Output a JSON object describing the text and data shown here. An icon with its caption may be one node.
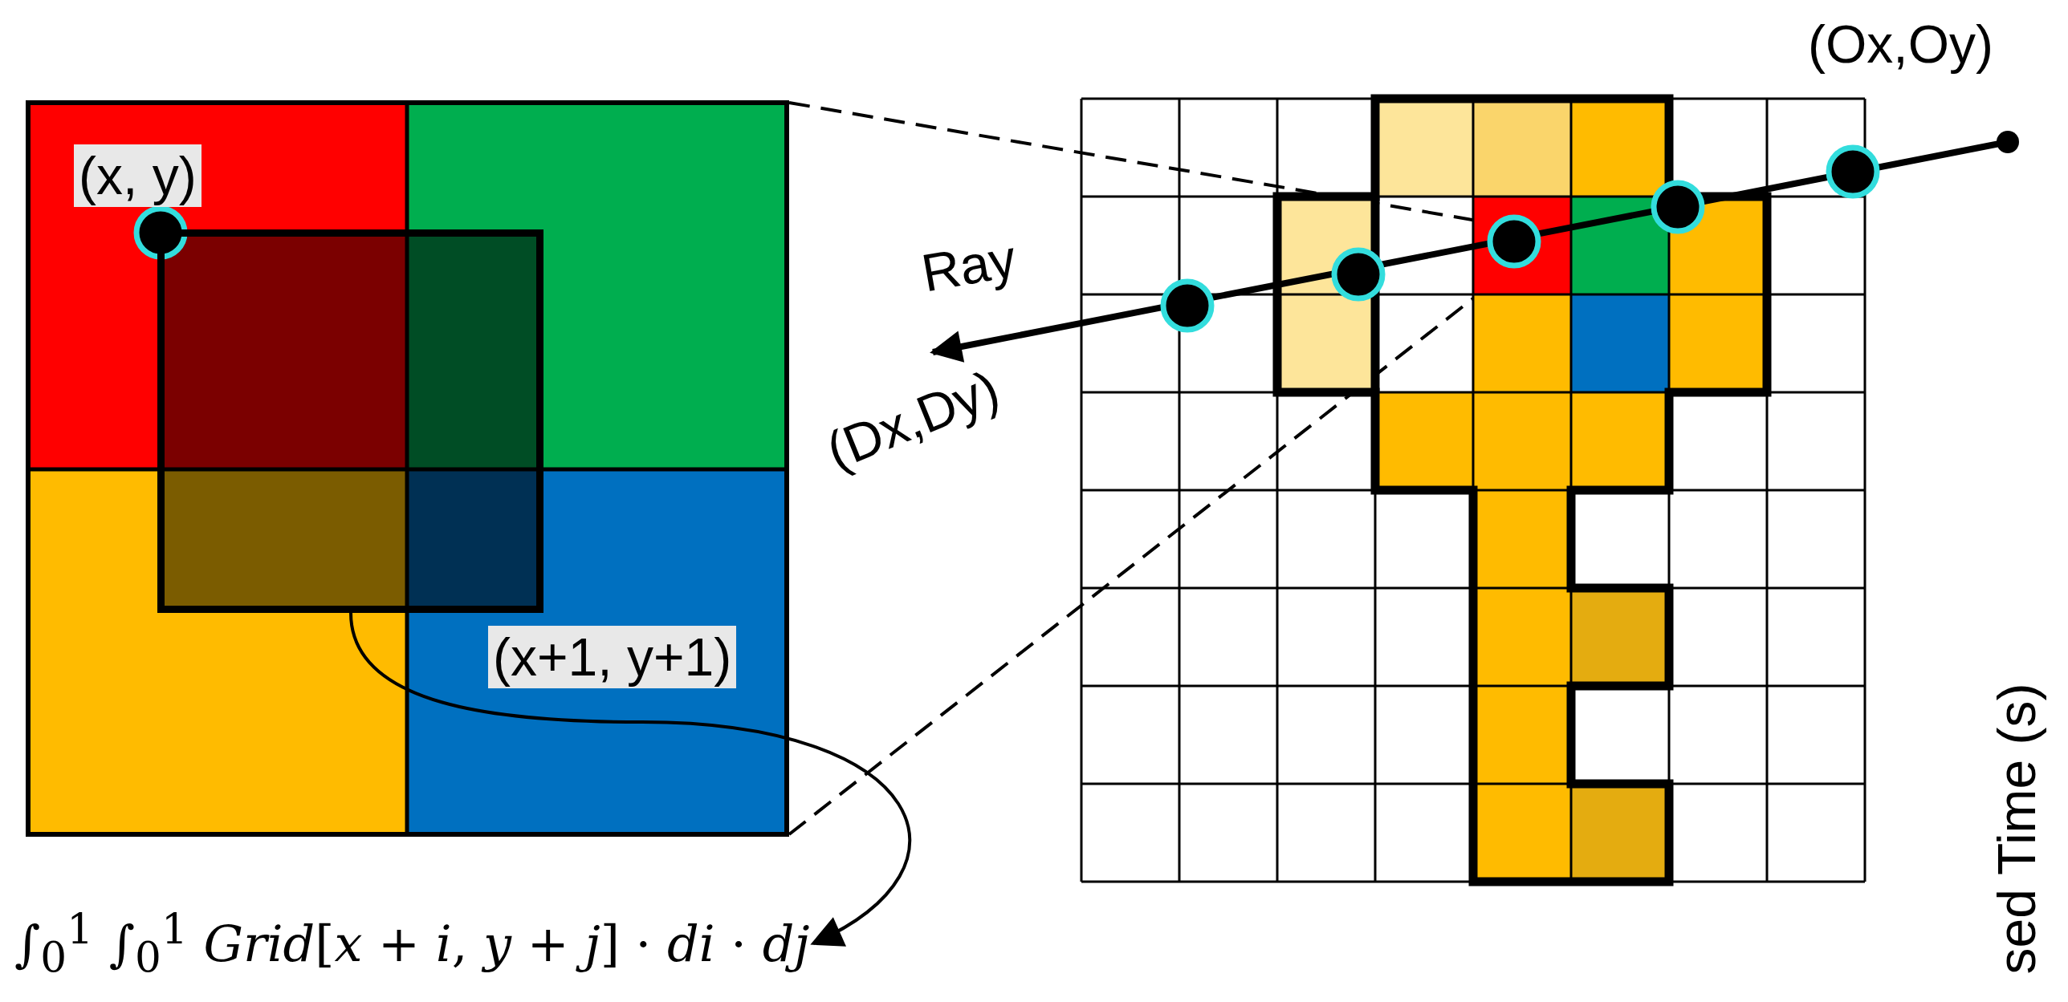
{
  "diagram": {
    "nodes": [
      {
        "text": [
          "∫$_{0}$$^{1}$ ∫$_{0}$$^{1}$ *Grid*[*x* + *i*, *y* + *j*] · *di* · *dj*"
        ]
      },
      {
        "text": [],
        "shape": "box"
      }
    ],
    "edges": [
      {
        "from": 1,
        "to": 0,
        "arrow": "to"
      }
    ],
    "labels": [
      "(x, y)",
      "(x+1, y+1)",
      "Ray",
      "(Dx,Dy)",
      "(Ox,Oy)",
      "sed Time (s)"
    ]
  }
}
